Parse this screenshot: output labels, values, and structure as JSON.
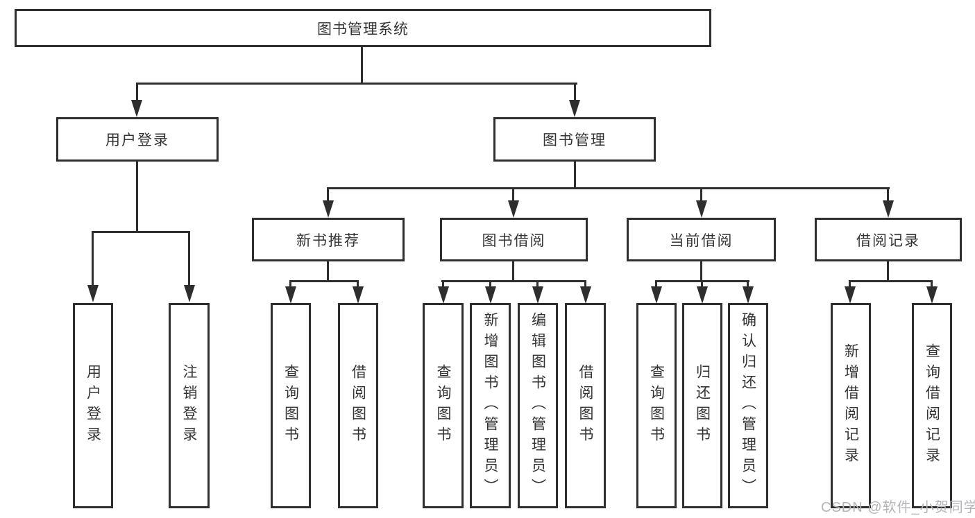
{
  "diagram": {
    "title": "图书管理系统",
    "colors": {
      "line": "#2e2e2e",
      "text": "#333333",
      "background": "#ffffff",
      "watermark": "#b3b3b8"
    },
    "nodes": {
      "root": "图书管理系统",
      "user_login": "用户登录",
      "book_mgmt": "图书管理",
      "new_book": "新书推荐",
      "book_borrow": "图书借阅",
      "current_borrow": "当前借阅",
      "borrow_records": "借阅记录",
      "leaf_user_login": "用户登录",
      "leaf_logout": "注销登录",
      "leaf_nb_query": "查询图书",
      "leaf_nb_borrow": "借阅图书",
      "leaf_bb_query": "查询图书",
      "leaf_bb_add": "新增图书（管理员）",
      "leaf_bb_edit": "编辑图书（管理员）",
      "leaf_bb_borrow": "借阅图书",
      "leaf_cb_query": "查询图书",
      "leaf_cb_return": "归还图书",
      "leaf_cb_confirm": "确认归还（管理员）",
      "leaf_br_add": "新增借阅记录",
      "leaf_br_query": "查询借阅记录"
    },
    "watermark": "CSDN @软件_小贺同学"
  }
}
